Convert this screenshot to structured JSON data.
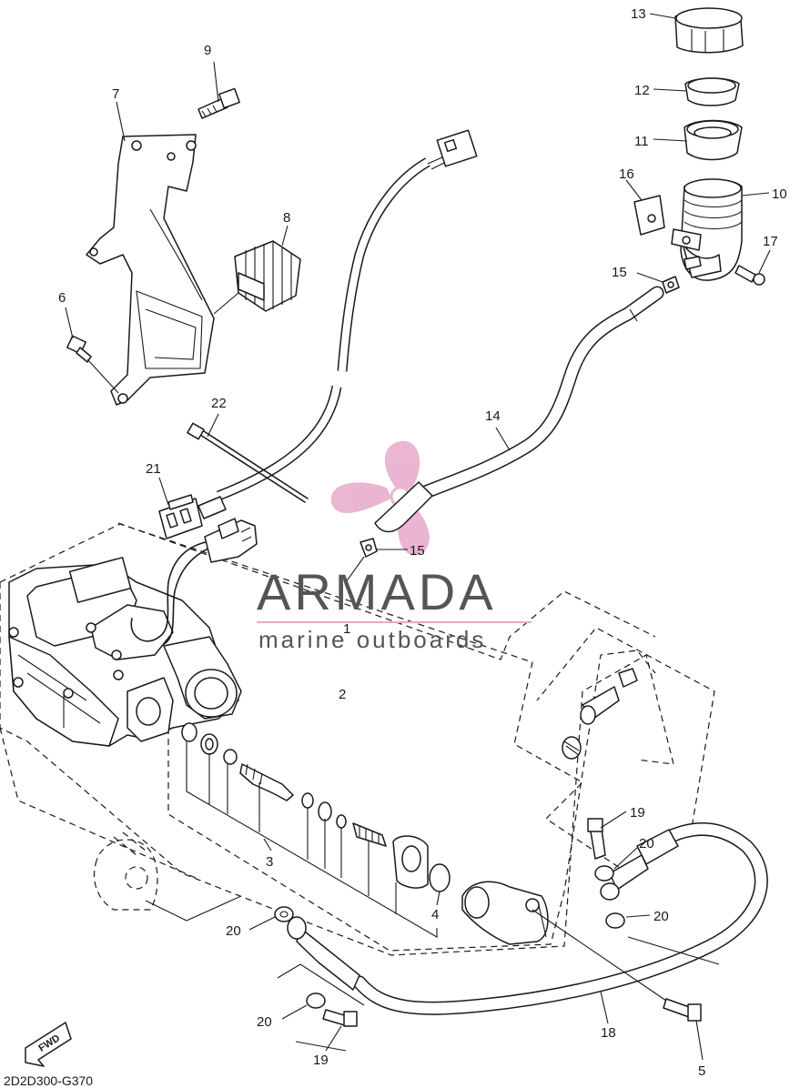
{
  "diagram": {
    "callouts": {
      "c1": "1",
      "c2": "2",
      "c3": "3",
      "c4": "4",
      "c5": "5",
      "c6": "6",
      "c7": "7",
      "c8": "8",
      "c9": "9",
      "c10": "10",
      "c11": "11",
      "c12": "12",
      "c13": "13",
      "c14": "14",
      "c15a": "15",
      "c15b": "15",
      "c16": "16",
      "c17": "17",
      "c18": "18",
      "c19a": "19",
      "c19b": "19",
      "c20a": "20",
      "c20b": "20",
      "c20c": "20",
      "c20d": "20",
      "c21": "21",
      "c22": "22"
    },
    "fwd_label": "FWD",
    "drawing_code": "2D2D300-G370"
  },
  "watermark": {
    "brand": "ARMADA",
    "tagline": "marine outboards",
    "logo_color": "#e6a9c9",
    "text_color": "#555555"
  }
}
